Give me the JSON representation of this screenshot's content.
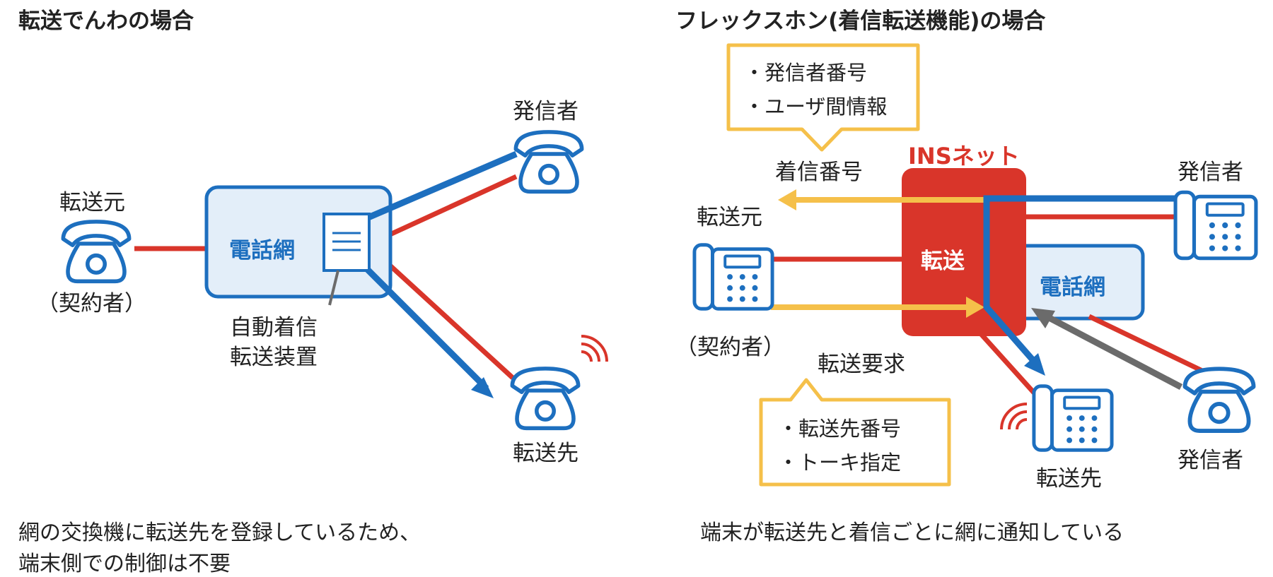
{
  "left": {
    "title": "転送でんわの場合",
    "source_label": "転送元",
    "contract_label": "（契約者）",
    "network_label": "電話網",
    "device_label_line1": "自動着信",
    "device_label_line2": "転送装置",
    "caller_label": "発信者",
    "destination_label": "転送先",
    "caption_line1": "網の交換機に転送先を登録しているため、",
    "caption_line2": "端末側での制御は不要"
  },
  "right": {
    "title": "フレックスホン(着信転送機能)の場合",
    "info_items": [
      "・発信者番号",
      "・ユーザ間情報"
    ],
    "incoming_number_label": "着信番号",
    "ins_label": "INSネット",
    "source_label": "転送元",
    "transfer_label": "転送",
    "network_label": "電話網",
    "contract_label": "（契約者）",
    "request_label": "転送要求",
    "request_items": [
      "・転送先番号",
      "・トーキ指定"
    ],
    "caller_label_top": "発信者",
    "caller_label_bottom": "発信者",
    "destination_label": "転送先",
    "caption": "端末が転送先と着信ごとに網に通知している"
  },
  "colors": {
    "blue": "#1d6fbf",
    "red": "#d9352a",
    "yellow": "#f5c04a",
    "gray": "#6b6b6b",
    "light_blue_fill": "#e3eef9"
  }
}
